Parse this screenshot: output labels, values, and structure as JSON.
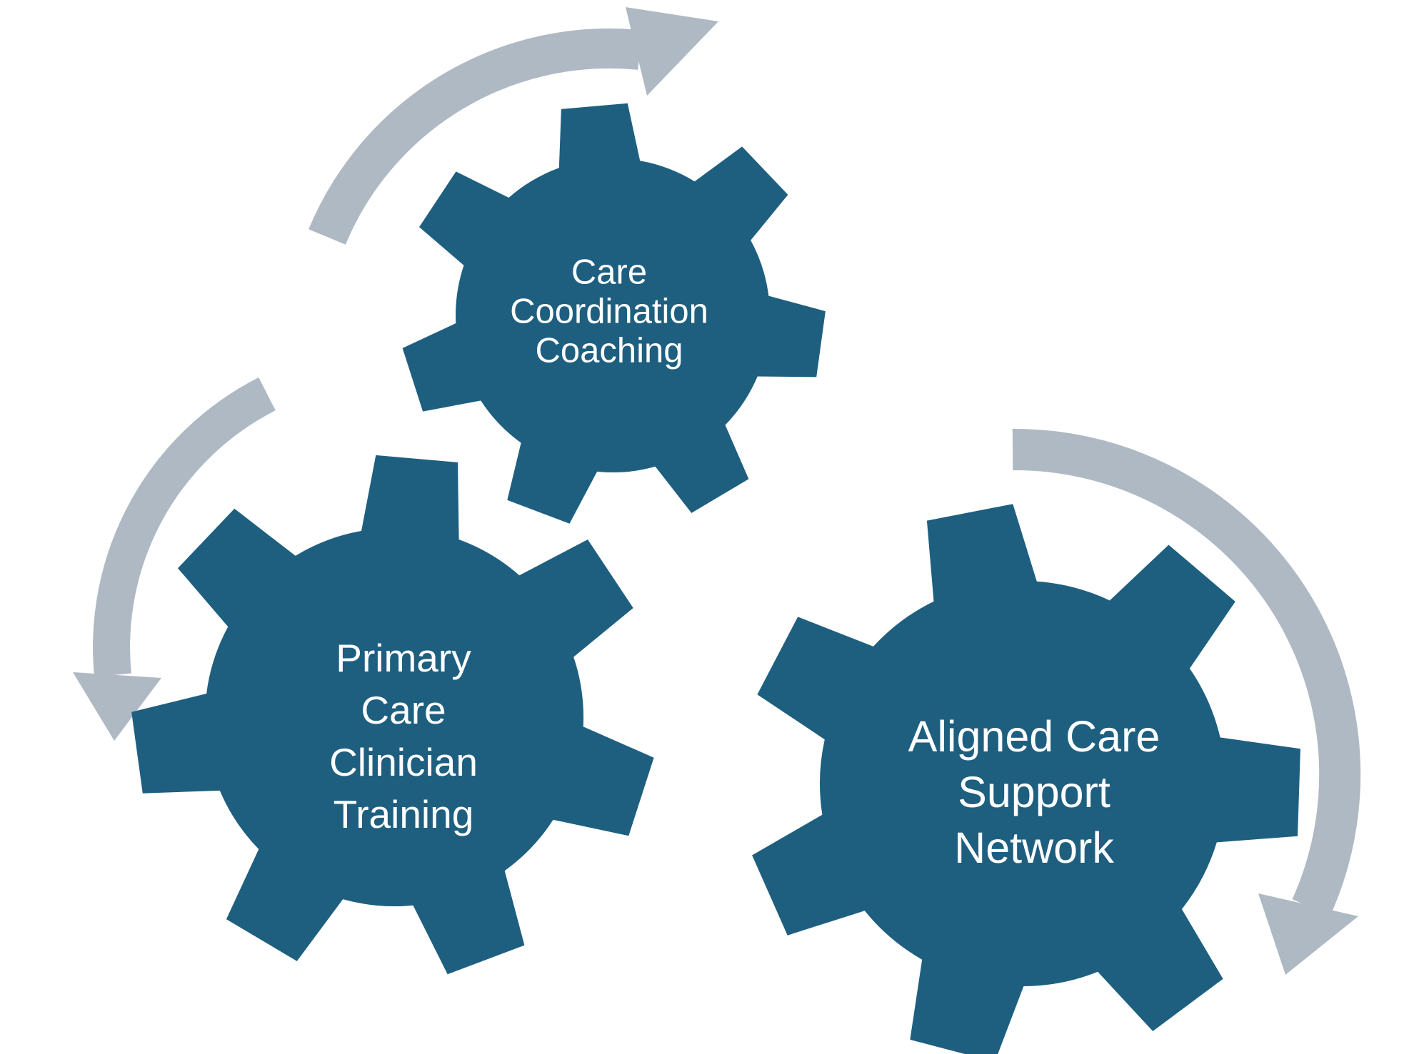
{
  "page": {
    "background_color": "#ffffff"
  },
  "diagram": {
    "type": "interlocking-gears",
    "gear_color": "#1E5F80",
    "arrow_color": "#AFB9C3",
    "label_color": "#ffffff",
    "gears": [
      {
        "id": "care-coordination-coaching",
        "label": "Care Coordination Coaching",
        "label_lines": [
          "Care",
          "Coordination",
          "Coaching"
        ]
      },
      {
        "id": "primary-care-clinician-training",
        "label": "Primary Care Clinician Training",
        "label_lines": [
          "Primary",
          "Care",
          "Clinician",
          "Training"
        ]
      },
      {
        "id": "aligned-care-support-network",
        "label": "Aligned Care Support Network",
        "label_lines": [
          "Aligned Care",
          "Support",
          "Network"
        ]
      }
    ],
    "arrows": [
      {
        "id": "rotation-arrow-top-left",
        "description": "curved rotation arrow arcing over the top gear, arrowhead pointing up-right"
      },
      {
        "id": "rotation-arrow-left",
        "description": "curved rotation arrow left of the lower-left gear, arrowhead pointing down"
      },
      {
        "id": "rotation-arrow-right",
        "description": "curved rotation arrow right of the lower-right gear, arrowhead pointing down-left"
      }
    ]
  }
}
